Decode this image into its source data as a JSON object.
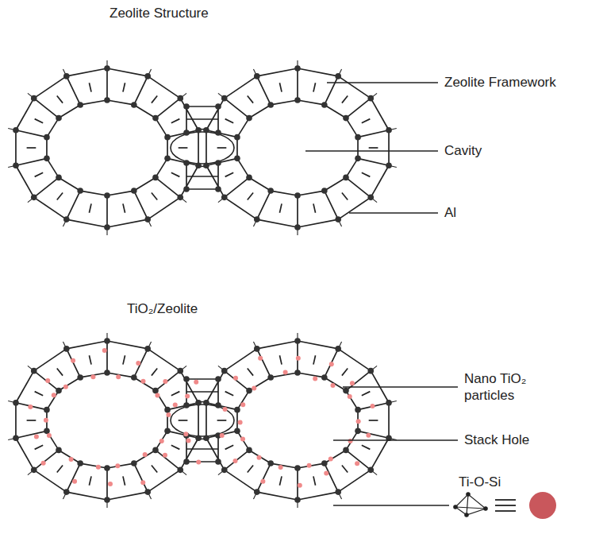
{
  "diagram": {
    "labels": [
      "Zeolite Structure",
      "Zeolite Framework",
      "Cavity",
      "Al",
      "TiO₂/Zeolite",
      "Nano TiO₂ particles",
      "Stack Hole",
      "Ti-O-Si"
    ]
  }
}
